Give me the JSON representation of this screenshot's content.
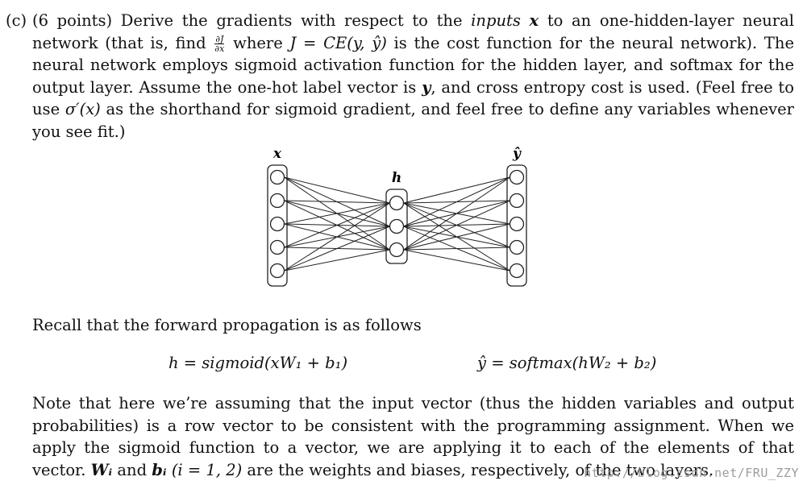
{
  "problem": {
    "label": "(c)",
    "points": "(6 points)",
    "intro": "Derive the gradients with respect to the",
    "inputs_word": "inputs",
    "x": "x",
    "to_network": "to an one-hidden-layer neural network (that is, find",
    "frac_num": "∂J",
    "frac_den": "∂x",
    "where": "where",
    "cost_expr": "J = CE(y, ŷ)",
    "after_cost": "is the cost function for the neural network). The neural network employs sigmoid activation function for the hidden layer, and softmax for the output layer. Assume the one-hot label vector is",
    "y": "y",
    "after_y": ", and cross entropy cost is used. (Feel free to use",
    "sigma_prime": "σ′(x)",
    "after_sigma": "as the shorthand for sigmoid gradient, and feel free to define any variables whenever you see fit.)"
  },
  "diagram": {
    "input_label": "x",
    "hidden_label": "h",
    "output_label": "ŷ",
    "input_nodes": 5,
    "hidden_nodes": 3,
    "output_nodes": 5
  },
  "recall": "Recall that the forward propagation is as follows",
  "equations": {
    "hidden": "h = sigmoid(xW₁ + b₁)",
    "output": "ŷ = softmax(hW₂ + b₂)"
  },
  "note": {
    "text": "Note that here we’re assuming that the input vector (thus the hidden variables and output probabilities) is a row vector to be consistent with the programming assignment. When we apply the sigmoid function to a vector, we are applying it to each of the elements of that vector.",
    "wi": "Wᵢ",
    "and": "and",
    "bi": "bᵢ",
    "range": "(i = 1, 2)",
    "tail": "are the weights and biases, respectively, of the two layers."
  },
  "watermark": "http://blog.csdn.net/FRU_ZZY"
}
